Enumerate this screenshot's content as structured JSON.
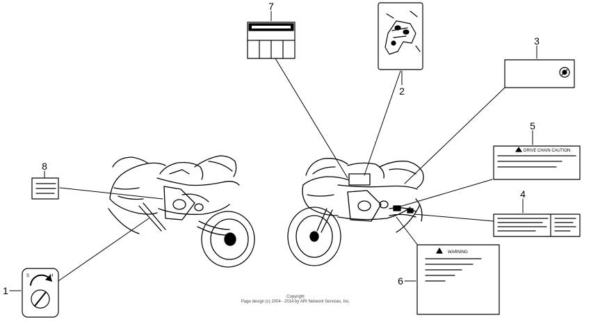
{
  "diagram": {
    "callouts": [
      {
        "id": "1",
        "label": "1"
      },
      {
        "id": "2",
        "label": "2"
      },
      {
        "id": "3",
        "label": "3"
      },
      {
        "id": "4",
        "label": "4"
      },
      {
        "id": "5",
        "label": "5"
      },
      {
        "id": "6",
        "label": "6"
      },
      {
        "id": "7",
        "label": "7"
      },
      {
        "id": "8",
        "label": "8"
      }
    ],
    "label_texts": {
      "warning": "WARNING",
      "drive_chain_caution": "DRIVE CHAIN CAUTION",
      "dial_s": "S",
      "dial_h": "H"
    }
  },
  "footer": {
    "copyright_line1": "Copyright",
    "copyright_line2": "Page design (c) 2004 - 2014 by ARI Network Services, Inc."
  }
}
